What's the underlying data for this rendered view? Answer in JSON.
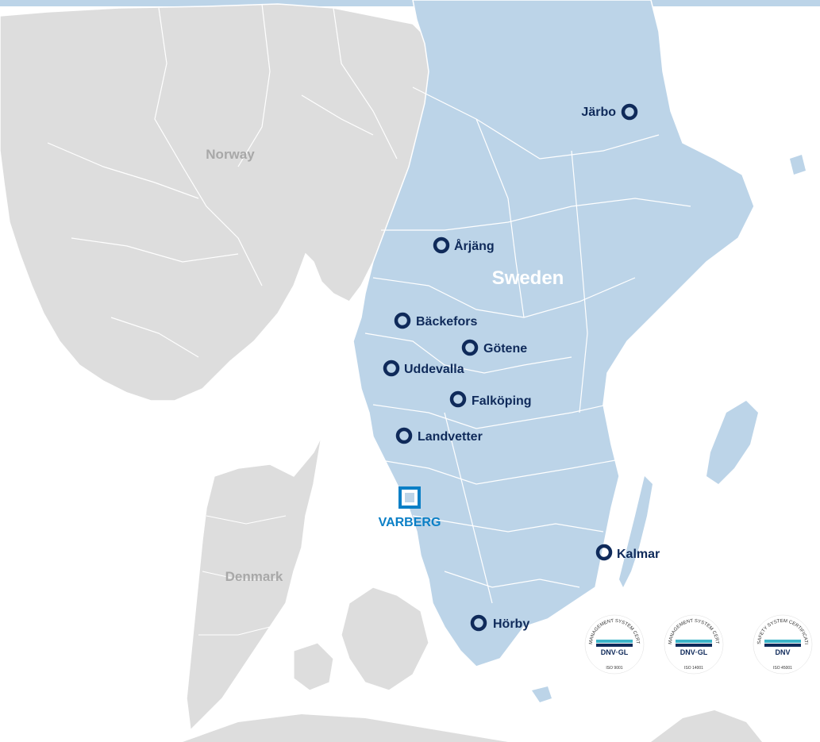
{
  "map": {
    "countries": {
      "norway": "Norway",
      "sweden": "Sweden",
      "denmark": "Denmark"
    },
    "headquarters": "VARBERG",
    "sites": [
      "Järbo",
      "Årjäng",
      "Bäckefors",
      "Götene",
      "Uddevalla",
      "Falköping",
      "Landvetter",
      "Kalmar",
      "Hörby"
    ],
    "colors": {
      "sweden_fill": "#bcd4e8",
      "neighbor_fill": "#dddddd",
      "border": "#ffffff",
      "site_marker": "#0f2a5a",
      "hq_marker": "#0a7fc6",
      "country_label_light": "#ffffff",
      "country_label_gray": "#a8a8a8",
      "top_bar": "#bcd4e8"
    }
  },
  "certifications": [
    {
      "arc": "MANAGEMENT SYSTEM CERTIFICATION",
      "brand": "DNV·GL",
      "standard": "ISO 9001"
    },
    {
      "arc": "MANAGEMENT SYSTEM CERTIFICATION",
      "brand": "DNV·GL",
      "standard": "ISO 14001"
    },
    {
      "arc": "SAFETY SYSTEM CERTIFICATION",
      "brand": "DNV",
      "standard": "ISO 45001"
    }
  ]
}
